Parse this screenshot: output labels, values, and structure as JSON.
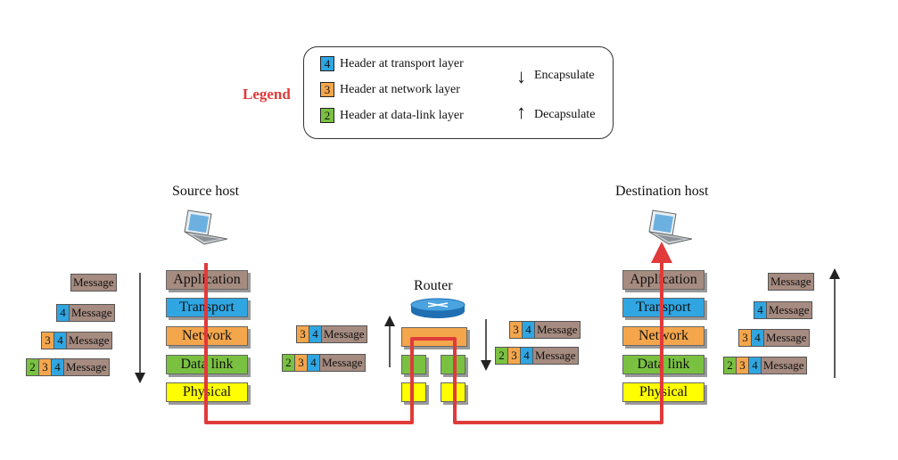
{
  "legend": {
    "title": "Legend",
    "items": [
      {
        "num": "4",
        "label": "Header at transport layer",
        "color": "#2fa6e2"
      },
      {
        "num": "3",
        "label": "Header at network layer",
        "color": "#f4a64c"
      },
      {
        "num": "2",
        "label": "Header at data-link layer",
        "color": "#7ac142"
      }
    ],
    "encapsulate": "Encapsulate",
    "decapsulate": "Decapsulate"
  },
  "source": {
    "title": "Source host",
    "layers": [
      "Application",
      "Transport",
      "Network",
      "Data link",
      "Physical"
    ]
  },
  "destination": {
    "title": "Destination host",
    "layers": [
      "Application",
      "Transport",
      "Network",
      "Data link",
      "Physical"
    ]
  },
  "router": {
    "title": "Router"
  },
  "packet": {
    "message": "Message",
    "h4": "4",
    "h3": "3",
    "h2": "2"
  },
  "colors": {
    "path": "#e03a3a",
    "transport": "#2fa6e2",
    "network": "#f4a64c",
    "datalink": "#7ac142",
    "physical": "#ffff00",
    "message": "#a68b80"
  }
}
